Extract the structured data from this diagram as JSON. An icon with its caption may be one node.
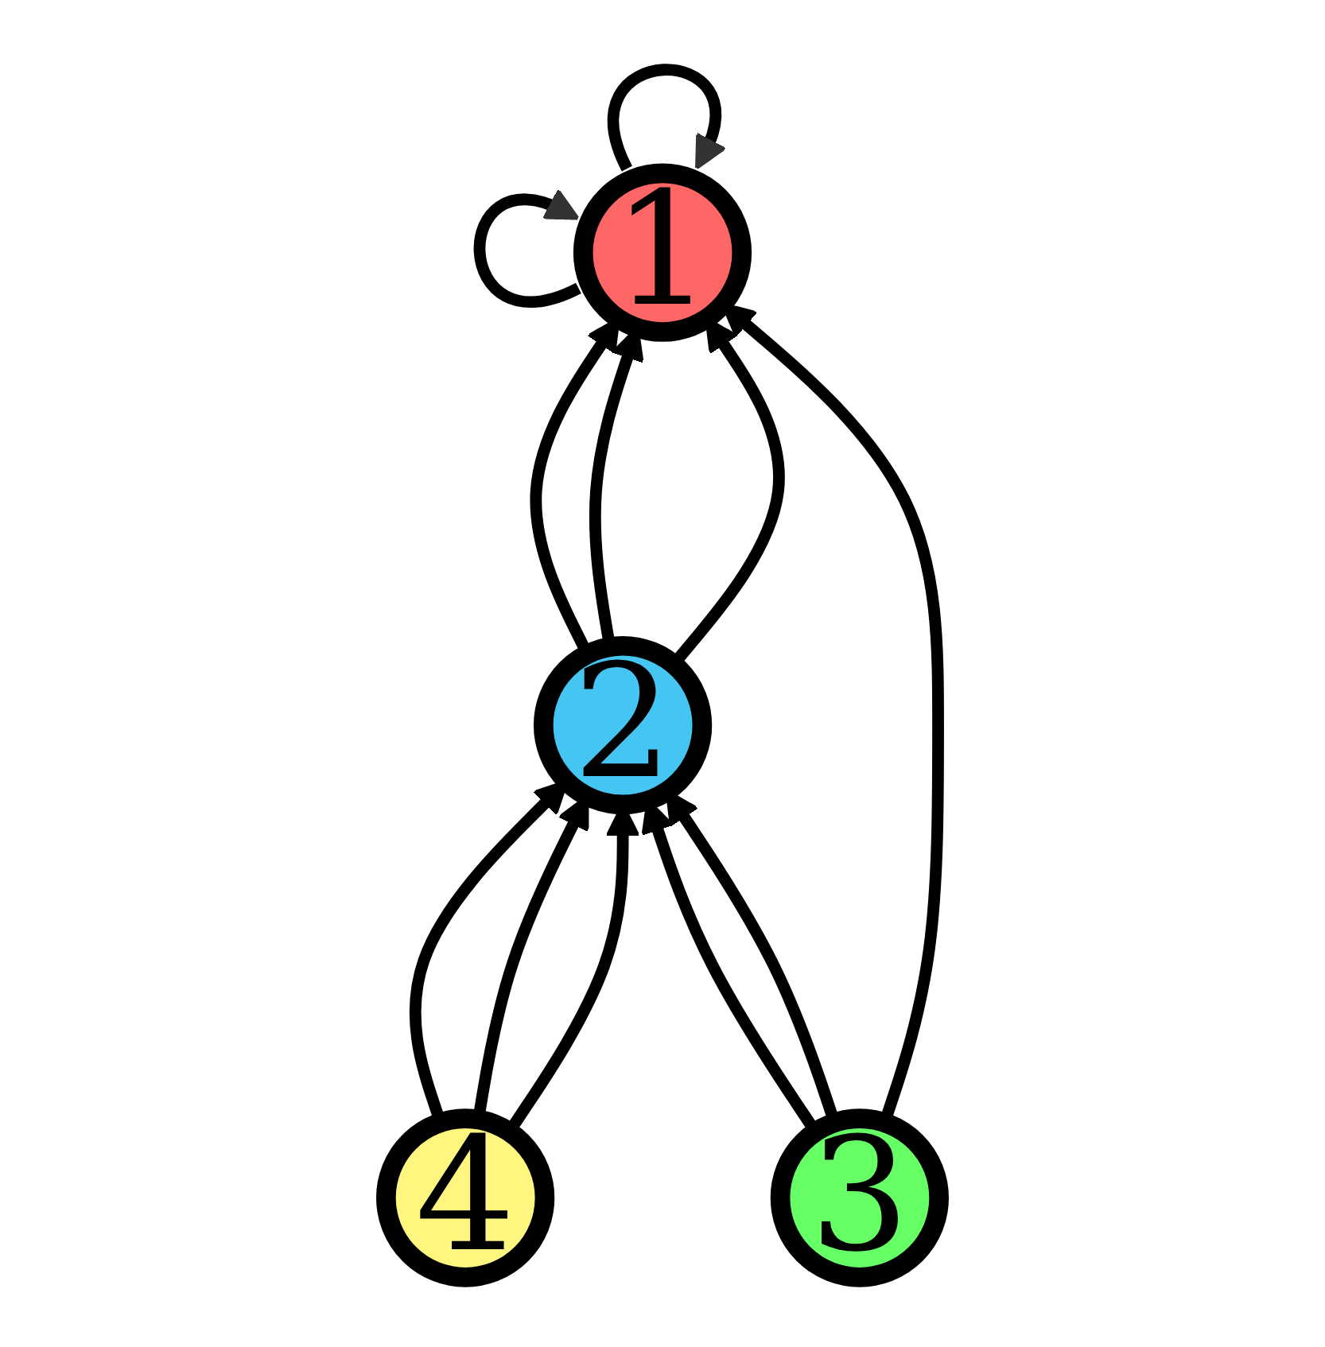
{
  "diagram": {
    "nodes": [
      {
        "text": [
          "1"
        ]
      },
      {
        "text": [
          "4"
        ]
      },
      {
        "text": [
          "2"
        ]
      },
      {
        "text": [
          "3"
        ]
      }
    ],
    "edges": [
      {
        "from": 0,
        "to": 0,
        "arrow": "to"
      },
      {
        "from": 0,
        "to": 0,
        "arrow": "to"
      },
      {
        "from": 2,
        "to": 0,
        "arrow": "to"
      },
      {
        "from": 2,
        "to": 0,
        "arrow": "to"
      },
      {
        "from": 2,
        "to": 0,
        "arrow": "to"
      },
      {
        "from": 1,
        "to": 2,
        "arrow": "to"
      },
      {
        "from": 1,
        "to": 2,
        "arrow": "to"
      },
      {
        "from": 1,
        "to": 2,
        "arrow": "to"
      },
      {
        "from": 3,
        "to": 0,
        "arrow": "to"
      },
      {
        "from": 3,
        "to": 2,
        "arrow": "to"
      },
      {
        "from": 3,
        "to": 2,
        "arrow": "to"
      }
    ]
  }
}
